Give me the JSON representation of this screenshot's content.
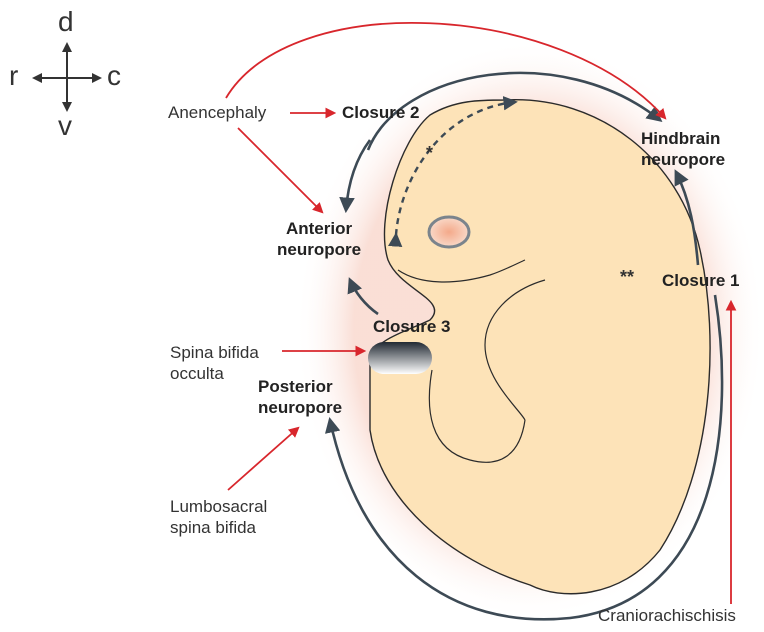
{
  "compass": {
    "dorsal": "d",
    "ventral": "v",
    "rostral": "r",
    "caudal": "c"
  },
  "stages": {
    "closure1": "Closure 1",
    "closure2": "Closure 2",
    "closure3": "Closure 3"
  },
  "neuropores": {
    "anterior_line1": "Anterior",
    "anterior_line2": "neuropore",
    "hindbrain_line1": "Hindbrain",
    "hindbrain_line2": "neuropore",
    "posterior_line1": "Posterior",
    "posterior_line2": "neuropore"
  },
  "defects": {
    "anencephaly": "Anencephaly",
    "spina_bifida_occulta_line1": "Spina bifida",
    "spina_bifida_occulta_line2": "occulta",
    "lumbosacral_line1": "Lumbosacral",
    "lumbosacral_line2": "spina bifida",
    "craniorachischisis": "Craniorachischisis"
  },
  "markers": {
    "single": "*",
    "double": "**"
  },
  "colors": {
    "arrow_dark": "#3d4a55",
    "arrow_red": "#d8262c",
    "embryo_fill": "#fde3b8",
    "halo": "#fbe3dc"
  }
}
